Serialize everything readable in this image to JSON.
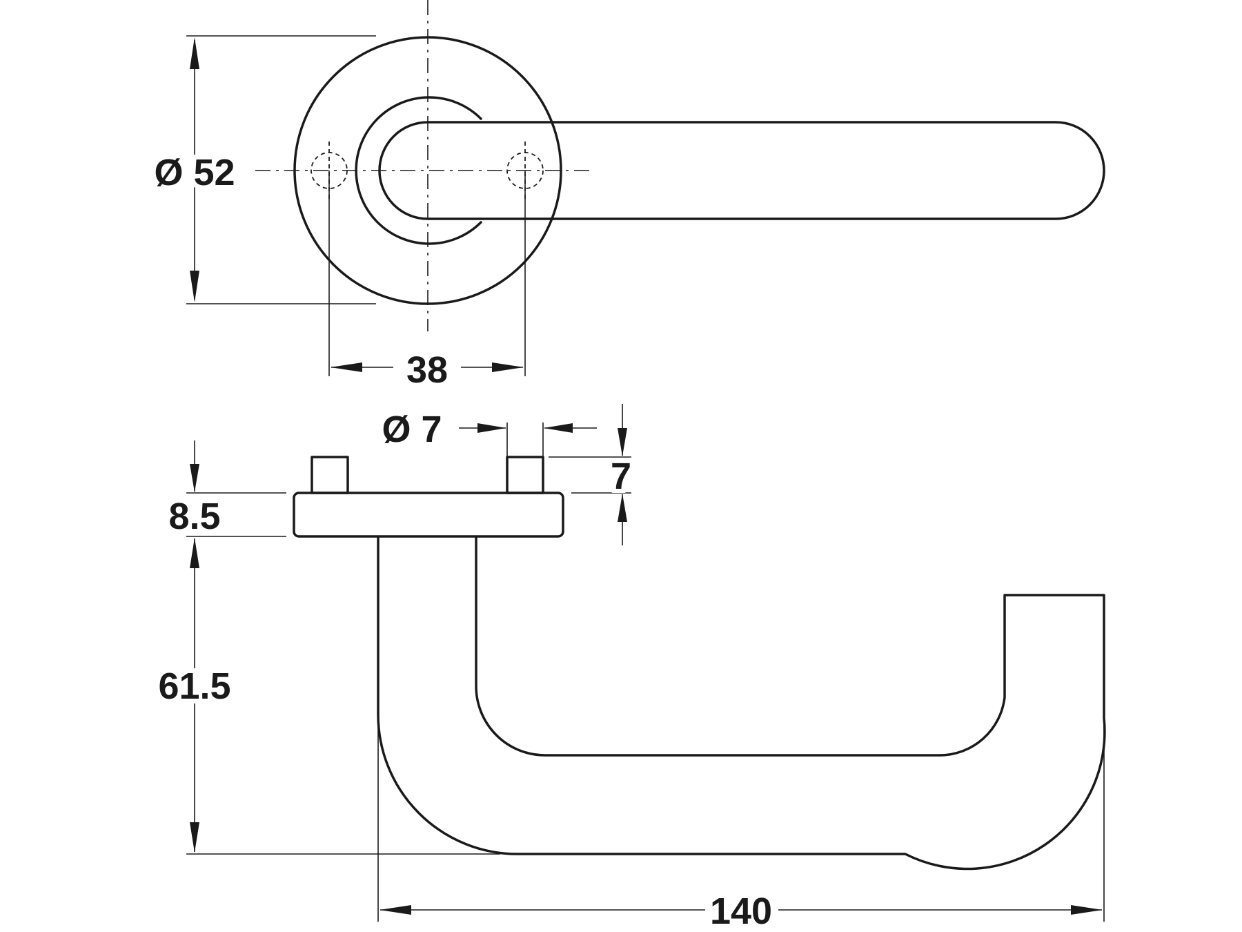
{
  "dimensions": {
    "rose_diameter": "Ø 52",
    "screw_spacing": "38",
    "pin_diameter": "Ø 7",
    "pin_height": "7",
    "rose_thickness": "8.5",
    "handle_height": "61.5",
    "handle_length": "140"
  }
}
